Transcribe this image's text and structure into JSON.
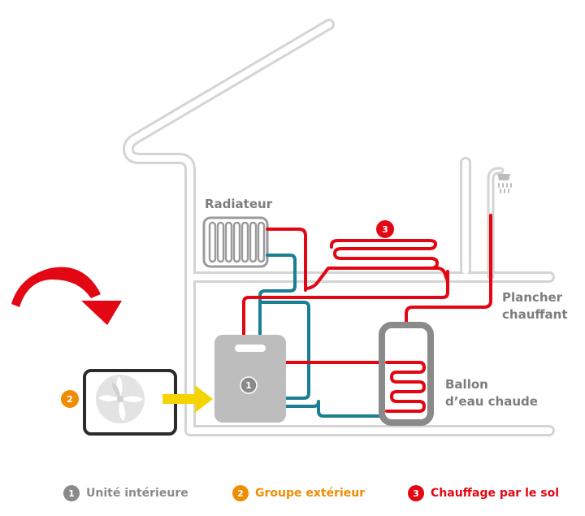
{
  "labels": {
    "radiator": "Radiateur",
    "floor_heating_line1": "Plancher",
    "floor_heating_line2": "chauffant",
    "tank_line1": "Ballon",
    "tank_line2": "d’eau chaude"
  },
  "badges": {
    "indoor_unit": "1",
    "outdoor_unit": "2",
    "floor_heating": "3"
  },
  "legend": [
    {
      "number": "1",
      "text": "Unité intérieure",
      "color": "#8a8a8a"
    },
    {
      "number": "2",
      "text": "Groupe extérieur",
      "color": "#f08c00"
    },
    {
      "number": "3",
      "text": "Chauffage par le sol",
      "color": "#e30613"
    }
  ],
  "colors": {
    "house_outline": "#d4d4d4",
    "hot_pipe": "#e30613",
    "cold_pipe": "#1a7f93",
    "indoor_unit": "#bdbdbd",
    "outdoor_unit_frame": "#2b2b2b",
    "arrow_yellow": "#f5d400",
    "badge_grey": "#8a8a8a",
    "badge_orange": "#f08c00",
    "badge_red": "#e30613"
  },
  "icons": [
    "shower-icon",
    "fan-icon",
    "radiator-icon",
    "curved-arrow-icon",
    "yellow-arrow-icon"
  ]
}
